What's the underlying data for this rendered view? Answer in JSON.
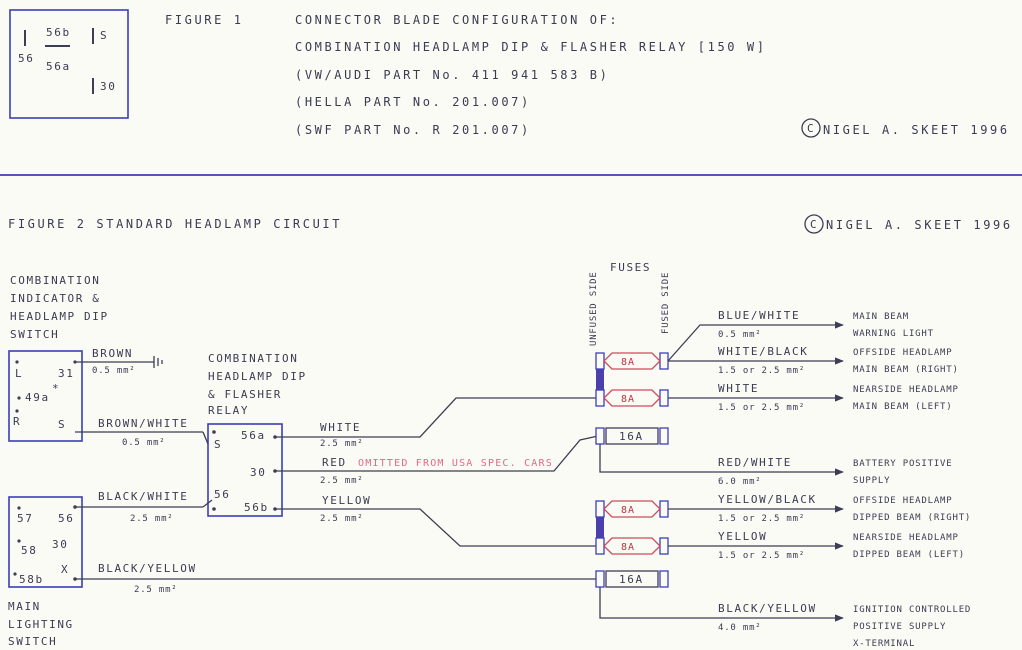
{
  "figure1": {
    "connector": {
      "pin_56b": "56b",
      "pin_56": "56",
      "pin_56a": "56a",
      "pin_s": "S",
      "pin_30": "30"
    },
    "title": "FIGURE 1",
    "line1": "CONNECTOR BLADE CONFIGURATION OF:",
    "line2": "COMBINATION HEADLAMP DIP & FLASHER RELAY [150 W]",
    "line3": "(VW/AUDI PART No. 411 941 583 B)",
    "line4": "(HELLA PART No. 201.007)",
    "line5": "(SWF PART No. R 201.007)",
    "copyright": "NIGEL A. SKEET 1996"
  },
  "figure2": {
    "title": "FIGURE 2   STANDARD HEADLAMP CIRCUIT",
    "copyright": "NIGEL A. SKEET 1996",
    "switch_label": [
      "COMBINATION",
      "INDICATOR &",
      "HEADLAMP DIP",
      "SWITCH"
    ],
    "switch_pins": {
      "l": "L",
      "p31": "31",
      "p49a": "49a",
      "star": "*",
      "r": "R",
      "s": "S"
    },
    "main_switch_label": [
      "MAIN",
      "LIGHTING",
      "SWITCH"
    ],
    "main_switch_pins": {
      "p57": "57",
      "p56": "56",
      "p58": "58",
      "p30": "30",
      "p58b": "58b",
      "x": "X"
    },
    "relay_label": [
      "COMBINATION",
      "HEADLAMP DIP",
      "& FLASHER",
      "RELAY"
    ],
    "relay_pins": {
      "s": "S",
      "p56a": "56a",
      "p30": "30",
      "p56": "56",
      "p56b": "56b"
    },
    "fuses_title": "FUSES",
    "unfused": "UNFUSED SIDE",
    "fused": "FUSED SIDE",
    "fuse_ratings": [
      "8A",
      "8A",
      "16A",
      "8A",
      "8A",
      "16A"
    ],
    "wires": {
      "brown": "BROWN",
      "brown_size": "0.5 mm²",
      "brown_white": "BROWN/WHITE",
      "brown_white_size": "0.5 mm²",
      "black_white": "BLACK/WHITE",
      "black_white_size": "2.5 mm²",
      "black_yellow": "BLACK/YELLOW",
      "black_yellow_size": "2.5 mm²",
      "white": "WHITE",
      "white_size": "2.5 mm²",
      "red": "RED",
      "red_size": "2.5 mm²",
      "red_note": "OMITTED FROM USA SPEC. CARS",
      "yellow": "YELLOW",
      "yellow_size": "2.5 mm²"
    },
    "outputs": [
      {
        "wire": "BLUE/WHITE",
        "size": "0.5 mm²",
        "dest1": "MAIN BEAM",
        "dest2": "WARNING LIGHT"
      },
      {
        "wire": "WHITE/BLACK",
        "size": "1.5 or 2.5 mm²",
        "dest1": "OFFSIDE HEADLAMP",
        "dest2": "MAIN BEAM (RIGHT)"
      },
      {
        "wire": "WHITE",
        "size": "1.5 or 2.5 mm²",
        "dest1": "NEARSIDE HEADLAMP",
        "dest2": "MAIN BEAM (LEFT)"
      },
      {
        "wire": "RED/WHITE",
        "size": "6.0 mm²",
        "dest1": "BATTERY POSITIVE",
        "dest2": "SUPPLY"
      },
      {
        "wire": "YELLOW/BLACK",
        "size": "1.5 or 2.5 mm²",
        "dest1": "OFFSIDE HEADLAMP",
        "dest2": "DIPPED BEAM (RIGHT)"
      },
      {
        "wire": "YELLOW",
        "size": "1.5 or 2.5 mm²",
        "dest1": "NEARSIDE HEADLAMP",
        "dest2": "DIPPED BEAM (LEFT)"
      },
      {
        "wire": "BLACK/YELLOW",
        "size": "4.0 mm²",
        "dest1": "IGNITION CONTROLLED",
        "dest2": "POSITIVE SUPPLY",
        "dest3": "X-TERMINAL"
      }
    ]
  }
}
